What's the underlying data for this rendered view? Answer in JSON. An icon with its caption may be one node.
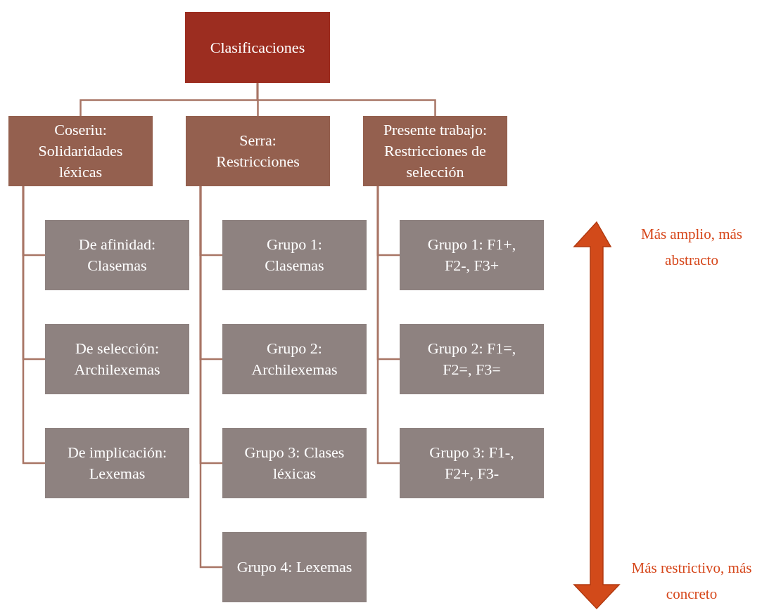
{
  "diagram": {
    "nodes": [
      {
        "text": [
          "Clasificaciones"
        ]
      },
      {
        "text": [
          "Coseriu: Solidaridades léxicas"
        ]
      },
      {
        "text": [
          "Serra: Restricciones"
        ]
      },
      {
        "text": [
          "Presente trabajo: Restricciones de selección"
        ]
      },
      {
        "text": [
          "De afinidad: Clasemas"
        ]
      },
      {
        "text": [
          "De selección: Archilexemas"
        ]
      },
      {
        "text": [
          "De implicación: Lexemas"
        ]
      },
      {
        "text": [
          "Grupo 1: Clasemas"
        ]
      },
      {
        "text": [
          "Grupo 2: Archilexemas"
        ]
      },
      {
        "text": [
          "Grupo 3: Clases léxicas"
        ]
      },
      {
        "text": [
          "Grupo 4: Lexemas"
        ]
      },
      {
        "text": [
          "Grupo 1: F1+, F2-, F3+"
        ]
      },
      {
        "text": [
          "Grupo 2: F1=, F2=, F3="
        ]
      },
      {
        "text": [
          "Grupo 3: F1-, F2+, F3-"
        ]
      }
    ],
    "edges": [
      {
        "from": 0,
        "to": 1,
        "arrow": "none"
      },
      {
        "from": 0,
        "to": 2,
        "arrow": "none"
      },
      {
        "from": 0,
        "to": 3,
        "arrow": "none"
      },
      {
        "from": 1,
        "to": 4,
        "arrow": "none"
      },
      {
        "from": 1,
        "to": 5,
        "arrow": "none"
      },
      {
        "from": 1,
        "to": 6,
        "arrow": "none"
      },
      {
        "from": 2,
        "to": 7,
        "arrow": "none"
      },
      {
        "from": 2,
        "to": 8,
        "arrow": "none"
      },
      {
        "from": 2,
        "to": 9,
        "arrow": "none"
      },
      {
        "from": 2,
        "to": 10,
        "arrow": "none"
      },
      {
        "from": 3,
        "to": 11,
        "arrow": "none"
      },
      {
        "from": 3,
        "to": 12,
        "arrow": "none"
      },
      {
        "from": 3,
        "to": 13,
        "arrow": "none"
      }
    ],
    "labels": [
      "Más amplio, más abstracto",
      "Más restrictivo, más concreto"
    ]
  }
}
